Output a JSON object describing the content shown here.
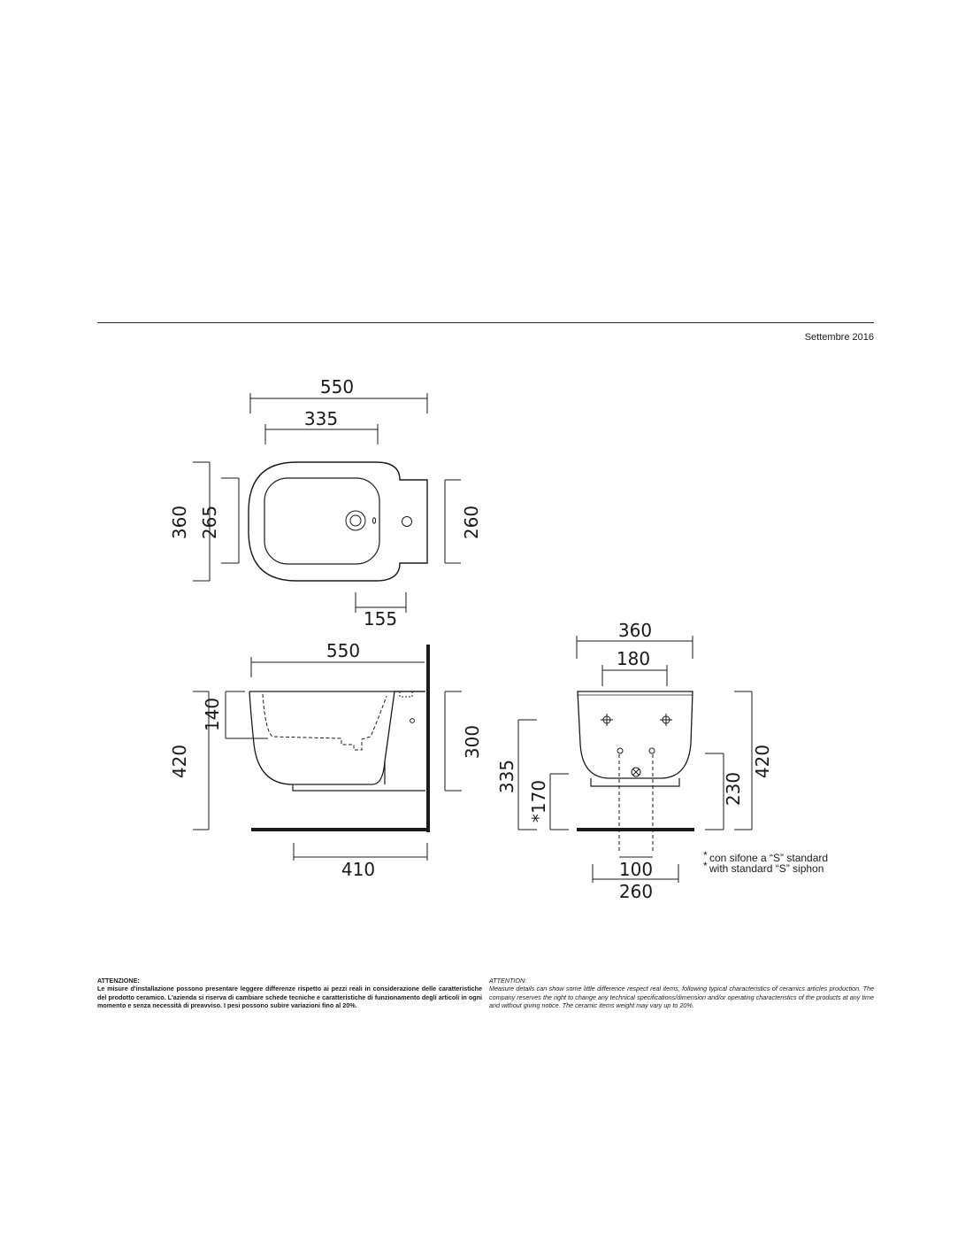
{
  "date": "Settembre 2016",
  "top_view": {
    "width_total": "550",
    "width_bowl": "335",
    "depth_total": "360",
    "depth_bowl": "265",
    "depth_back": "260",
    "tap_offset": "155"
  },
  "side_view": {
    "length": "550",
    "bowl_depth": "140",
    "height_total": "420",
    "height_wall": "300",
    "base_length": "410"
  },
  "front_view": {
    "width_total": "360",
    "bolt_spacing": "180",
    "height_335": "335",
    "height_170": "*170",
    "height_230": "230",
    "height_420": "420",
    "drain_100": "100",
    "drain_260": "260",
    "note_1": "con sifone a “S” standard",
    "note_2": "with standard “S” siphon",
    "note_star": "*"
  },
  "footer": {
    "it_title": "ATTENZIONE:",
    "it_text": "Le misure d'installazione possono presentare leggere differenze rispetto ai pezzi reali in considerazione delle caratteristiche del prodotto ceramico. L'azienda si riserva di cambiare schede tecniche e caratteristiche di funzionamento degli articoli in ogni momento e senza necessità di preavviso. I pesi possono subire variazioni fino al 20%.",
    "en_title": "ATTENTION:",
    "en_text": "Measure details can show some little difference respect real items, following typical characteristics of ceramics articles production. The company reserves the right to change any technical specifications/dimension and/or operating characteristics of the products at any time and without giving notice. The ceramic items weight may vary up to 20%."
  }
}
